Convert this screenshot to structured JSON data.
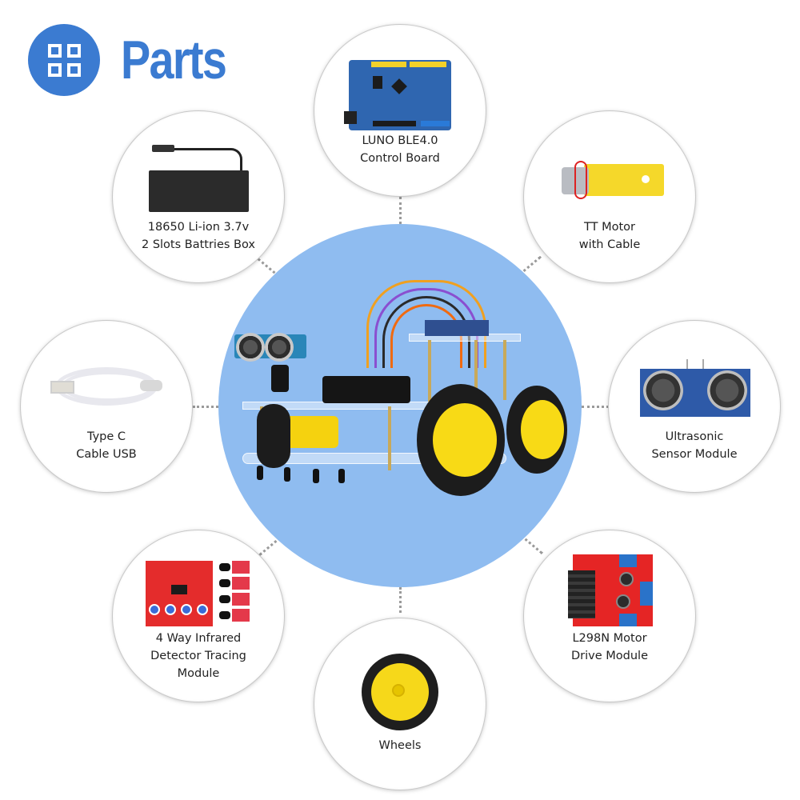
{
  "header": {
    "icon": "grid-four-squares-icon",
    "title": "Parts",
    "accent_color": "#3b7bd1"
  },
  "hub": {
    "image": "assembled-robot-car-kit",
    "background_color": "#8fbcf0"
  },
  "parts": [
    {
      "id": "control-board",
      "label": "LUNO BLE4.0\nControl Board",
      "image": "luno-ble-control-board"
    },
    {
      "id": "battery-box",
      "label": "18650 Li-ion 3.7v\n2 Slots Battries Box",
      "image": "battery-box-with-dc-plug"
    },
    {
      "id": "tt-motor",
      "label": "TT Motor\nwith Cable",
      "image": "yellow-tt-gear-motor"
    },
    {
      "id": "usb-cable",
      "label": "Type C\nCable USB",
      "image": "white-usb-type-c-cable"
    },
    {
      "id": "ultrasonic",
      "label": "Ultrasonic\nSensor Module",
      "image": "hc-sr04-ultrasonic-sensor"
    },
    {
      "id": "ir-tracking",
      "label": "4 Way Infrared\nDetector Tracing\nModule",
      "image": "infrared-tracking-module"
    },
    {
      "id": "l298n",
      "label": "L298N Motor\nDrive Module",
      "image": "l298n-motor-driver-board"
    },
    {
      "id": "wheels",
      "label": "Wheels",
      "image": "yellow-rim-rubber-wheel"
    }
  ],
  "colors": {
    "connector": "#9a9a9a",
    "label_text": "#222222"
  }
}
